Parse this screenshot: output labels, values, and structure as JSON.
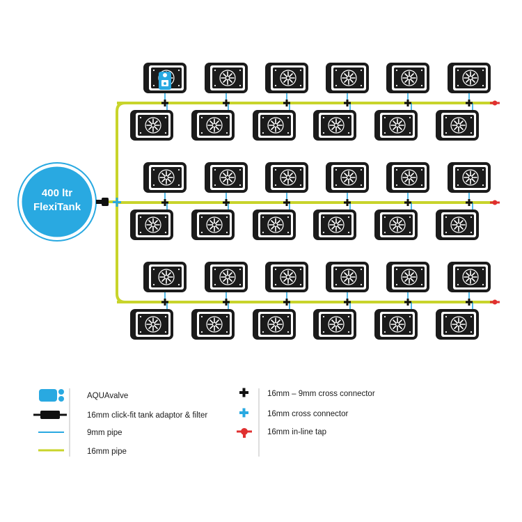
{
  "colors": {
    "pipe_16mm": "#c8d42b",
    "pipe_9mm": "#29a9e1",
    "tank": "#29a9e1",
    "pot": "#1b1b1b",
    "tap": "#e03030",
    "connector_black": "#111111",
    "connector_blue": "#29a9e1"
  },
  "tank": {
    "line1": "400 ltr",
    "line2": "FlexiTank"
  },
  "layout_info": {
    "rows": 3,
    "pots_top_per_row": 6,
    "pots_bottom_per_row": 6
  },
  "legend": {
    "left": [
      {
        "icon": "aquavalve-icon",
        "label": "AQUAvalve"
      },
      {
        "icon": "tank-adaptor-filter-icon",
        "label": "16mm click-fit tank adaptor & filter"
      },
      {
        "icon": "pipe-9mm-icon",
        "label": "9mm pipe"
      },
      {
        "icon": "pipe-16mm-icon",
        "label": "16mm pipe"
      }
    ],
    "right": [
      {
        "icon": "cross-connector-16-9-icon",
        "label": "16mm – 9mm cross connector"
      },
      {
        "icon": "cross-connector-16-icon",
        "label": "16mm cross connector"
      },
      {
        "icon": "inline-tap-icon",
        "label": "16mm in-line tap"
      }
    ]
  }
}
